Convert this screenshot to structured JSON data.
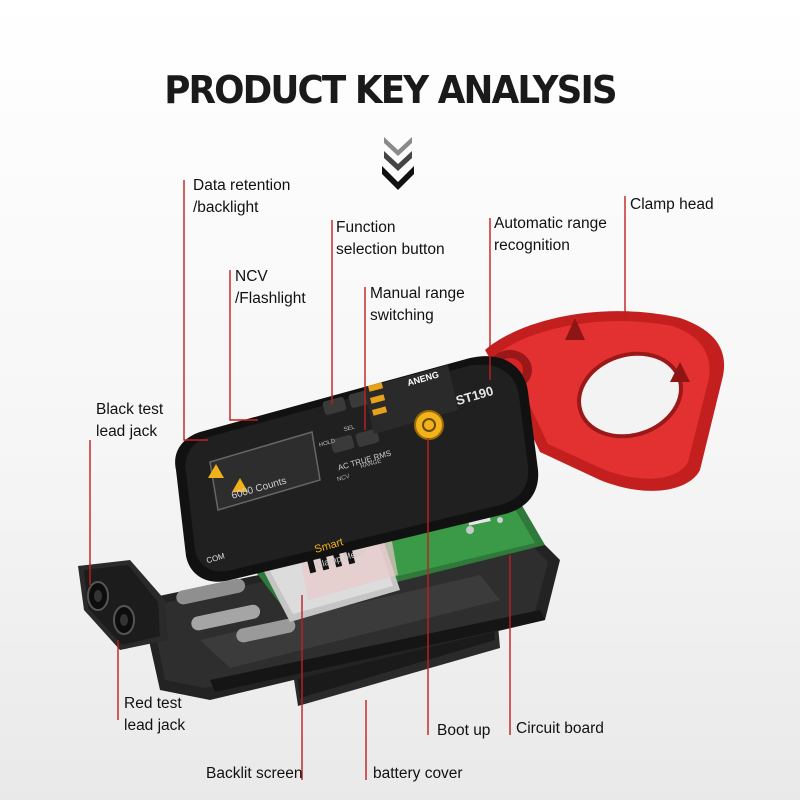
{
  "title": "PRODUCT KEY ANALYSIS",
  "callouts": {
    "data_retention": [
      "Data retention",
      "/backlight"
    ],
    "function_selection": [
      "Function",
      "selection button"
    ],
    "automatic_range": [
      "Automatic range",
      "recognition"
    ],
    "clamp_head": [
      "Clamp head"
    ],
    "ncv": [
      "NCV",
      "/Flashlight"
    ],
    "manual_range": [
      "Manual range",
      "switching"
    ],
    "black_jack": [
      "Black test",
      "lead jack"
    ],
    "red_jack": [
      "Red test",
      "lead jack"
    ],
    "boot_up": [
      "Boot up"
    ],
    "circuit_board": [
      "Circuit board"
    ],
    "backlit_screen": [
      "Backlit screen"
    ],
    "battery_cover": [
      "battery cover"
    ]
  },
  "device_text": {
    "model": "ST190",
    "display": "6000 Counts",
    "mode": "AC TRUE RMS",
    "name_1": "Smart",
    "name_2": "Clamp Meter",
    "brand": "ANENG",
    "com": "COM",
    "hold_key": "HOLD",
    "sel_key": "SEL",
    "ncv_key": "NCV",
    "range_key": "RANGE"
  },
  "colors": {
    "title": "#1a1a1a",
    "label": "#111111",
    "leader": "#c0201f",
    "clamp": "#d82424",
    "body": "#1e1e1e",
    "power_button": "#f1b21b"
  }
}
